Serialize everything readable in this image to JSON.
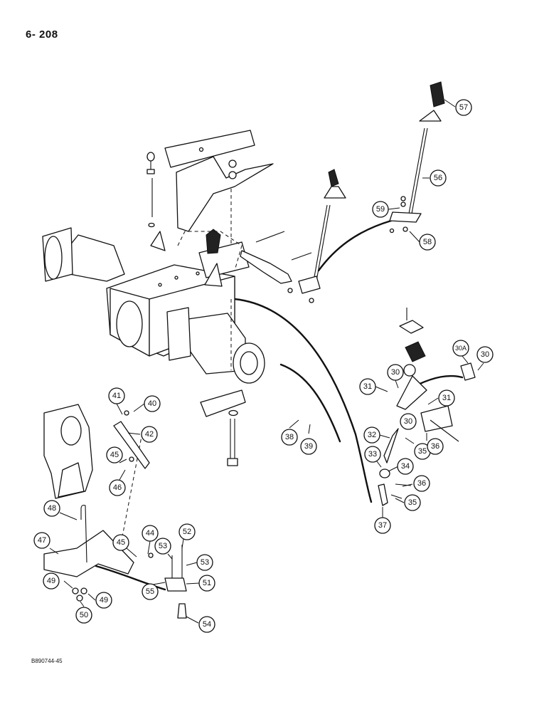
{
  "page": {
    "number": "6- 208",
    "doc_code": "B890744-45"
  },
  "callouts": [
    {
      "label": "57"
    },
    {
      "label": "56"
    },
    {
      "label": "59"
    },
    {
      "label": "58"
    },
    {
      "label": "30A"
    },
    {
      "label": "30"
    },
    {
      "label": "30"
    },
    {
      "label": "31"
    },
    {
      "label": "31"
    },
    {
      "label": "30"
    },
    {
      "label": "32"
    },
    {
      "label": "35"
    },
    {
      "label": "36"
    },
    {
      "label": "33"
    },
    {
      "label": "34"
    },
    {
      "label": "36"
    },
    {
      "label": "35"
    },
    {
      "label": "37"
    },
    {
      "label": "38"
    },
    {
      "label": "39"
    },
    {
      "label": "41"
    },
    {
      "label": "40"
    },
    {
      "label": "42"
    },
    {
      "label": "45"
    },
    {
      "label": "46"
    },
    {
      "label": "48"
    },
    {
      "label": "47"
    },
    {
      "label": "44"
    },
    {
      "label": "52"
    },
    {
      "label": "45"
    },
    {
      "label": "53"
    },
    {
      "label": "53"
    },
    {
      "label": "49"
    },
    {
      "label": "49"
    },
    {
      "label": "55"
    },
    {
      "label": "51"
    },
    {
      "label": "50"
    },
    {
      "label": "54"
    }
  ]
}
